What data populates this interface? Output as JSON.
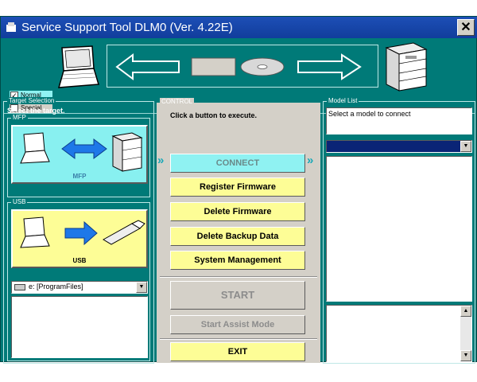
{
  "window": {
    "title": "Service Support Tool DLM0 (Ver. 4.22E)",
    "close_label": "✕"
  },
  "mode": {
    "normal_label": "Normal",
    "normal_checked": true,
    "special_label": "Special",
    "special_checked": false
  },
  "target_selection": {
    "group_label": "Target Selection",
    "heading": "Select the target.",
    "mfp_group_label": "MFP",
    "mfp_label": "MFP",
    "usb_group_label": "USB",
    "usb_label": "USB",
    "drive_value": "e: [ProgramFiles]"
  },
  "control": {
    "group_label": "CONTROL",
    "instruction": "Click a button to execute.",
    "connect": "CONNECT",
    "register_firmware": "Register Firmware",
    "delete_firmware": "Delete Firmware",
    "delete_backup": "Delete Backup Data",
    "system_management": "System Management",
    "start": "START",
    "start_assist": "Start Assist Mode",
    "exit": "EXIT"
  },
  "model_list": {
    "group_label": "Model List",
    "prompt": "Select a model to connect",
    "selected_value": ""
  },
  "colors": {
    "background": "#007a78",
    "button_yellow": "#fdfd96",
    "button_cyan": "#8ff2f2",
    "titlebar": "#1d4fb6"
  },
  "icons": [
    "laptop-icon",
    "printer-icon",
    "cd-icon",
    "usb-stick-icon",
    "arrow-icon",
    "drive-icon"
  ]
}
